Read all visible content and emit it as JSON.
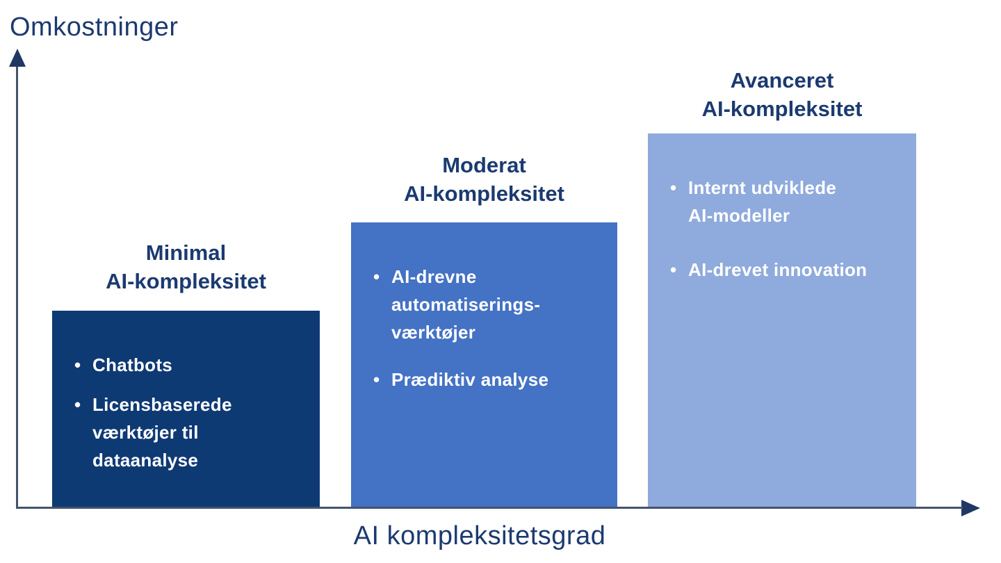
{
  "axes": {
    "y_label": "Omkostninger",
    "x_label": "AI kompleksitetsgrad",
    "line_color": "#44546A",
    "arrow_color": "#1F3864"
  },
  "bullet_char": "•",
  "bars": [
    {
      "title": "Minimal\nAI-kompleksitet",
      "color": "#0E3A74",
      "text_color": "#FFFFFF",
      "items": [
        "Chatbots",
        "Licensbaserede\nværktøjer til\ndataanalyse"
      ]
    },
    {
      "title": "Moderat\nAI-kompleksitet",
      "color": "#4472C4",
      "text_color": "#FFFFFF",
      "items": [
        "AI-drevne\nautomatiserings-\nværktøjer",
        "Prædiktiv analyse"
      ]
    },
    {
      "title": "Avanceret\nAI-kompleksitet",
      "color": "#8FAADC",
      "text_color": "#FFFFFF",
      "items": [
        "Internt udviklede\nAI-modeller",
        "AI-drevet innovation"
      ]
    }
  ],
  "chart_data": {
    "type": "bar",
    "categories": [
      "Minimal AI-kompleksitet",
      "Moderat AI-kompleksitet",
      "Avanceret AI-kompleksitet"
    ],
    "values": [
      53,
      76,
      100
    ],
    "values_note": "relative bar heights in % of tallest bar; no numeric scale shown",
    "title": "",
    "xlabel": "AI kompleksitetsgrad",
    "ylabel": "Omkostninger",
    "colors": [
      "#0E3A74",
      "#4472C4",
      "#8FAADC"
    ],
    "grid": false,
    "legend": false,
    "annotations": [
      [
        "Chatbots",
        "Licensbaserede værktøjer til dataanalyse"
      ],
      [
        "AI-drevne automatiserings-værktøjer",
        "Prædiktiv analyse"
      ],
      [
        "Internt udviklede AI-modeller",
        "AI-drevet innovation"
      ]
    ]
  }
}
